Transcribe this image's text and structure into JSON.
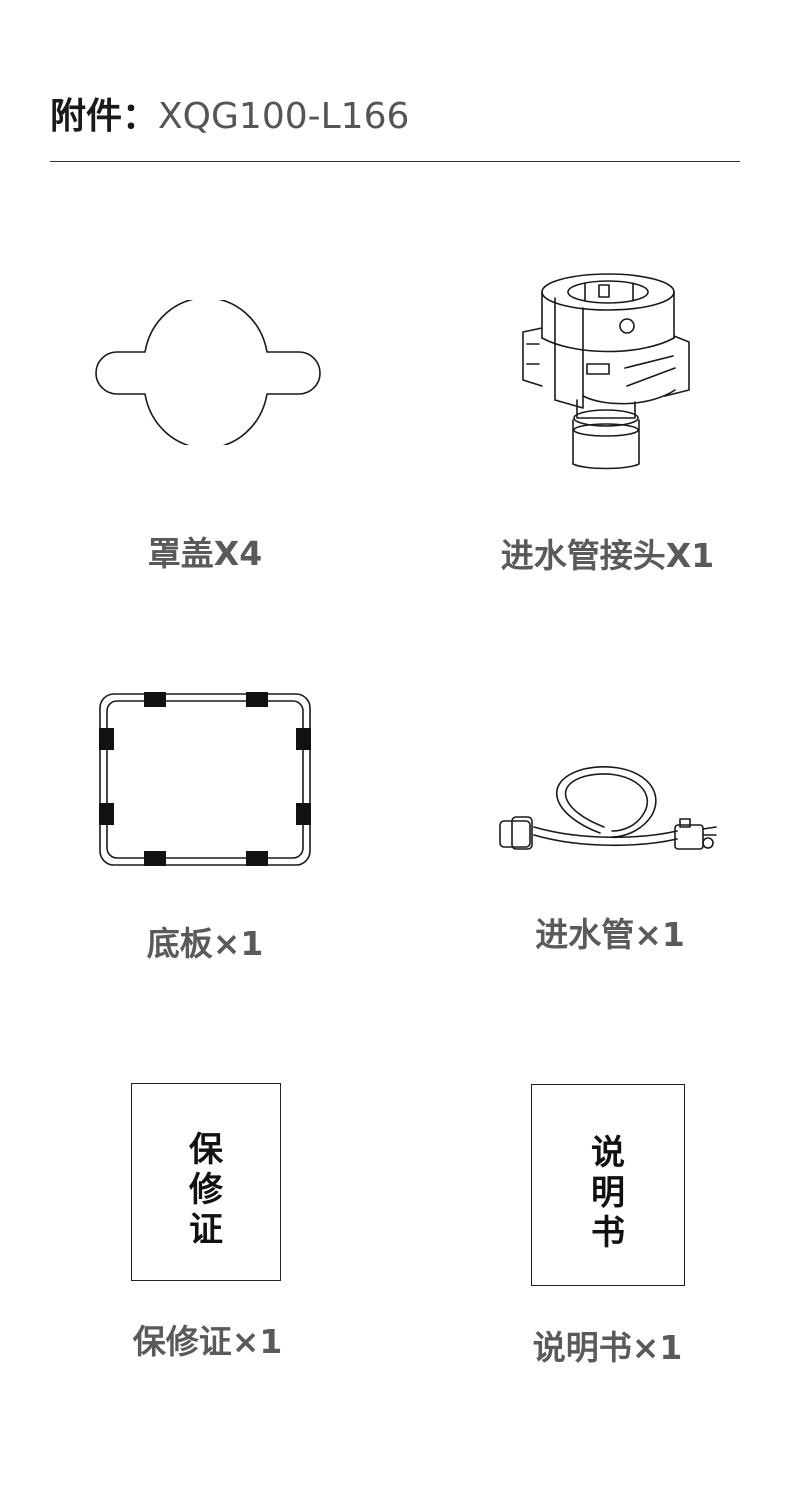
{
  "header": {
    "label": "附件：",
    "model": "XQG100-L166"
  },
  "items": [
    {
      "icon": "cap-cover-icon",
      "caption": "罩盖X4"
    },
    {
      "icon": "inlet-connector-icon",
      "caption": "进水管接头X1"
    },
    {
      "icon": "base-plate-icon",
      "caption": "底板×1"
    },
    {
      "icon": "inlet-hose-icon",
      "caption": "进水管×1"
    },
    {
      "icon": "warranty-card-icon",
      "caption": "保修证×1",
      "card_text": [
        "保",
        "修",
        "证"
      ]
    },
    {
      "icon": "manual-booklet-icon",
      "caption": "说明书×1",
      "card_text": [
        "说",
        "明",
        "书"
      ]
    }
  ]
}
